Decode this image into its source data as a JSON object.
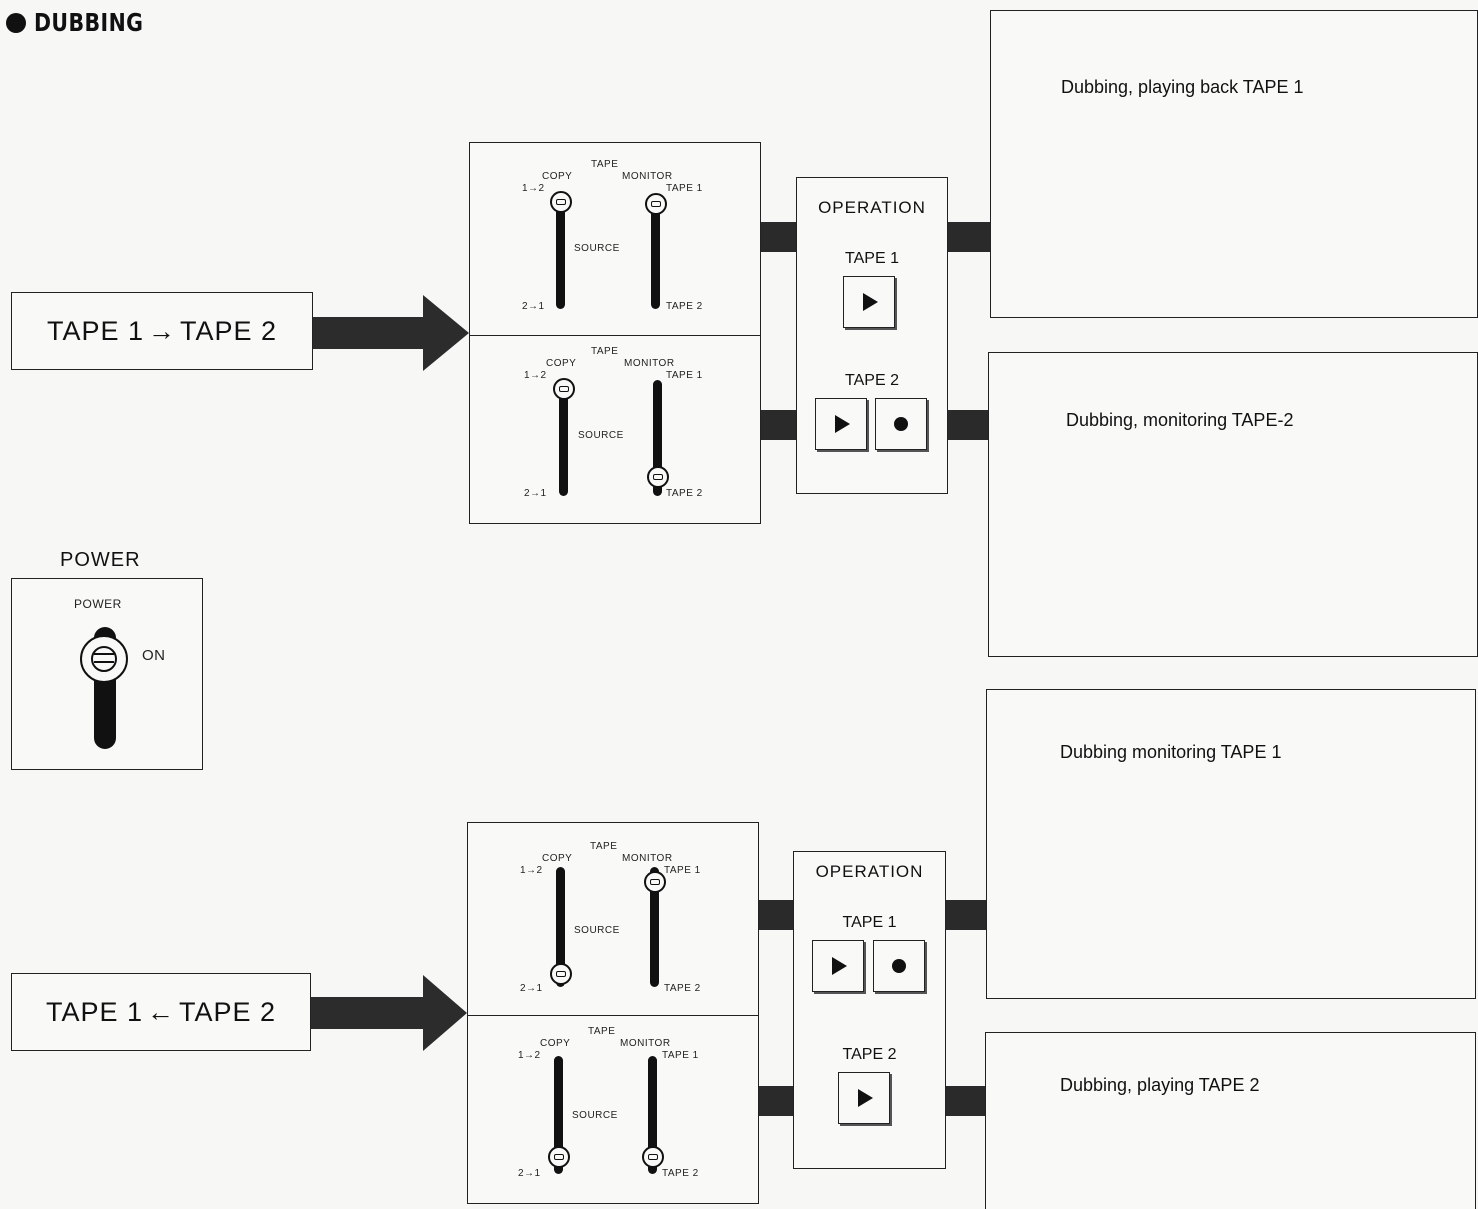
{
  "header": {
    "title": "DUBBING"
  },
  "top": {
    "mode_label": {
      "left": "TAPE 1",
      "arrow": "→",
      "right": "TAPE 2"
    },
    "panel_upper": {
      "tape": "TAPE",
      "copy": "COPY",
      "monitor": "MONITOR",
      "one_to_two": "1→2",
      "two_to_one": "2→1",
      "source": "SOURCE",
      "tape1": "TAPE 1",
      "tape2": "TAPE 2"
    },
    "panel_lower": {
      "tape": "TAPE",
      "copy": "COPY",
      "monitor": "MONITOR",
      "one_to_two": "1→2",
      "two_to_one": "2→1",
      "source": "SOURCE",
      "tape1": "TAPE 1",
      "tape2": "TAPE 2"
    },
    "operation": {
      "title": "OPERATION",
      "tape1": "TAPE 1",
      "tape2": "TAPE 2"
    },
    "result_upper": "Dubbing, playing back TAPE 1",
    "result_lower": "Dubbing, monitoring TAPE-2"
  },
  "power": {
    "title": "POWER",
    "inner_label": "POWER",
    "on_label": "ON"
  },
  "bottom": {
    "mode_label": {
      "left": "TAPE 1",
      "arrow": "←",
      "right": "TAPE 2"
    },
    "panel_upper": {
      "tape": "TAPE",
      "copy": "COPY",
      "monitor": "MONITOR",
      "one_to_two": "1→2",
      "two_to_one": "2→1",
      "source": "SOURCE",
      "tape1": "TAPE 1",
      "tape2": "TAPE 2"
    },
    "panel_lower": {
      "tape": "TAPE",
      "copy": "COPY",
      "monitor": "MONITOR",
      "one_to_two": "1→2",
      "two_to_one": "2→1",
      "source": "SOURCE",
      "tape1": "TAPE 1",
      "tape2": "TAPE 2"
    },
    "operation": {
      "title": "OPERATION",
      "tape1": "TAPE 1",
      "tape2": "TAPE 2"
    },
    "result_upper": "Dubbing monitoring TAPE 1",
    "result_lower": "Dubbing, playing TAPE 2"
  },
  "icons": {
    "play": "play-icon",
    "record": "record-icon",
    "arrow": "right-arrow-icon"
  }
}
